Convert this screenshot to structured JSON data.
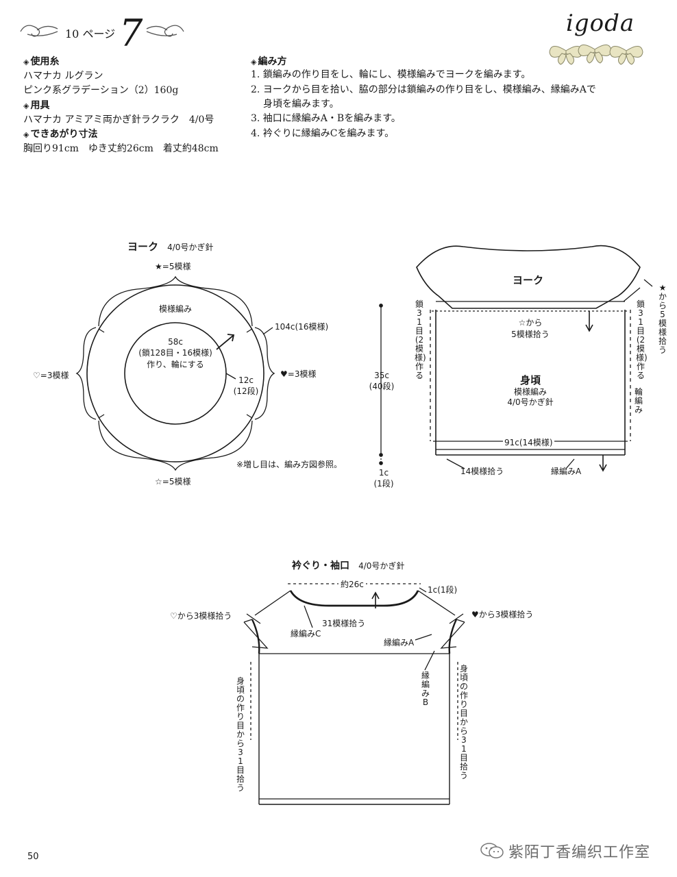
{
  "header": {
    "page_ref": "10 ページ",
    "pattern_no": "7",
    "brand": "igoda"
  },
  "materials": {
    "yarn_heading": "使用糸",
    "yarn_lines": [
      "ハマナカ ルグラン",
      "ピンク系グラデーション（2）160g"
    ],
    "tools_heading": "用具",
    "tools_line": "ハマナカ アミアミ両かぎ針ラクラク　4/0号",
    "size_heading": "できあがり寸法",
    "size_line": "胸回り91cm　ゆき丈約26cm　着丈約48cm"
  },
  "method": {
    "heading": "編み方",
    "steps": [
      "1. 鎖編みの作り目をし、輪にし、模様編みでヨークを編みます。",
      "2. ヨークから目を拾い、脇の部分は鎖編みの作り目をし、模様編み、縁編みAで",
      "身頃を編みます。",
      "3. 袖口に縁編みA・Bを編みます。",
      "4. 衿ぐりに縁編みCを編みます。"
    ]
  },
  "yoke": {
    "title": "ヨーク",
    "hook": "4/0号かぎ針",
    "top": "★=5模様",
    "pattern": "模様編み",
    "outer": "104c(16模様)",
    "inner_lines": [
      "58c",
      "(鎖128目・16模様)",
      "作り、輪にする"
    ],
    "width_lines": [
      "12c",
      "(12段)"
    ],
    "left": "♡=3模様",
    "right": "♥=3模様",
    "note": "※増し目は、編み方図参照。",
    "bottom": "☆=5模様"
  },
  "body": {
    "height_lines": [
      "35c",
      "(40段)"
    ],
    "edge_lines": [
      "1c",
      "(1段)"
    ],
    "yoke_label": "ヨーク",
    "left_side": "鎖31目(2模様)作る",
    "right_side": "鎖31目(2模様)作る",
    "right_top": "★から5模様拾う",
    "pick_lines": [
      "☆から",
      "5模様拾う"
    ],
    "body_title": "身頃",
    "body_pattern": "模様編み",
    "body_hook": "4/0号かぎ針",
    "round": "輪編み",
    "width": "91c(14模様)",
    "bottom_pick": "14模様拾う",
    "edge_a": "縁編みA"
  },
  "neck": {
    "title": "衿ぐり・袖口",
    "hook": "4/0号かぎ針",
    "width": "約26c",
    "edge": "1c(1段)",
    "left_pick": "♡から3模様拾う",
    "right_pick": "♥から3模様拾う",
    "neck_pick": "31模様拾う",
    "edge_c": "縁編みC",
    "edge_a": "縁編みA",
    "edge_b": "縁編みB",
    "left_side": "身頃の作り目から31目拾う",
    "right_side": "身頃の作り目から31目拾う"
  },
  "footer": {
    "page_no": "50",
    "watermark": "紫陌丁香编织工作室"
  }
}
